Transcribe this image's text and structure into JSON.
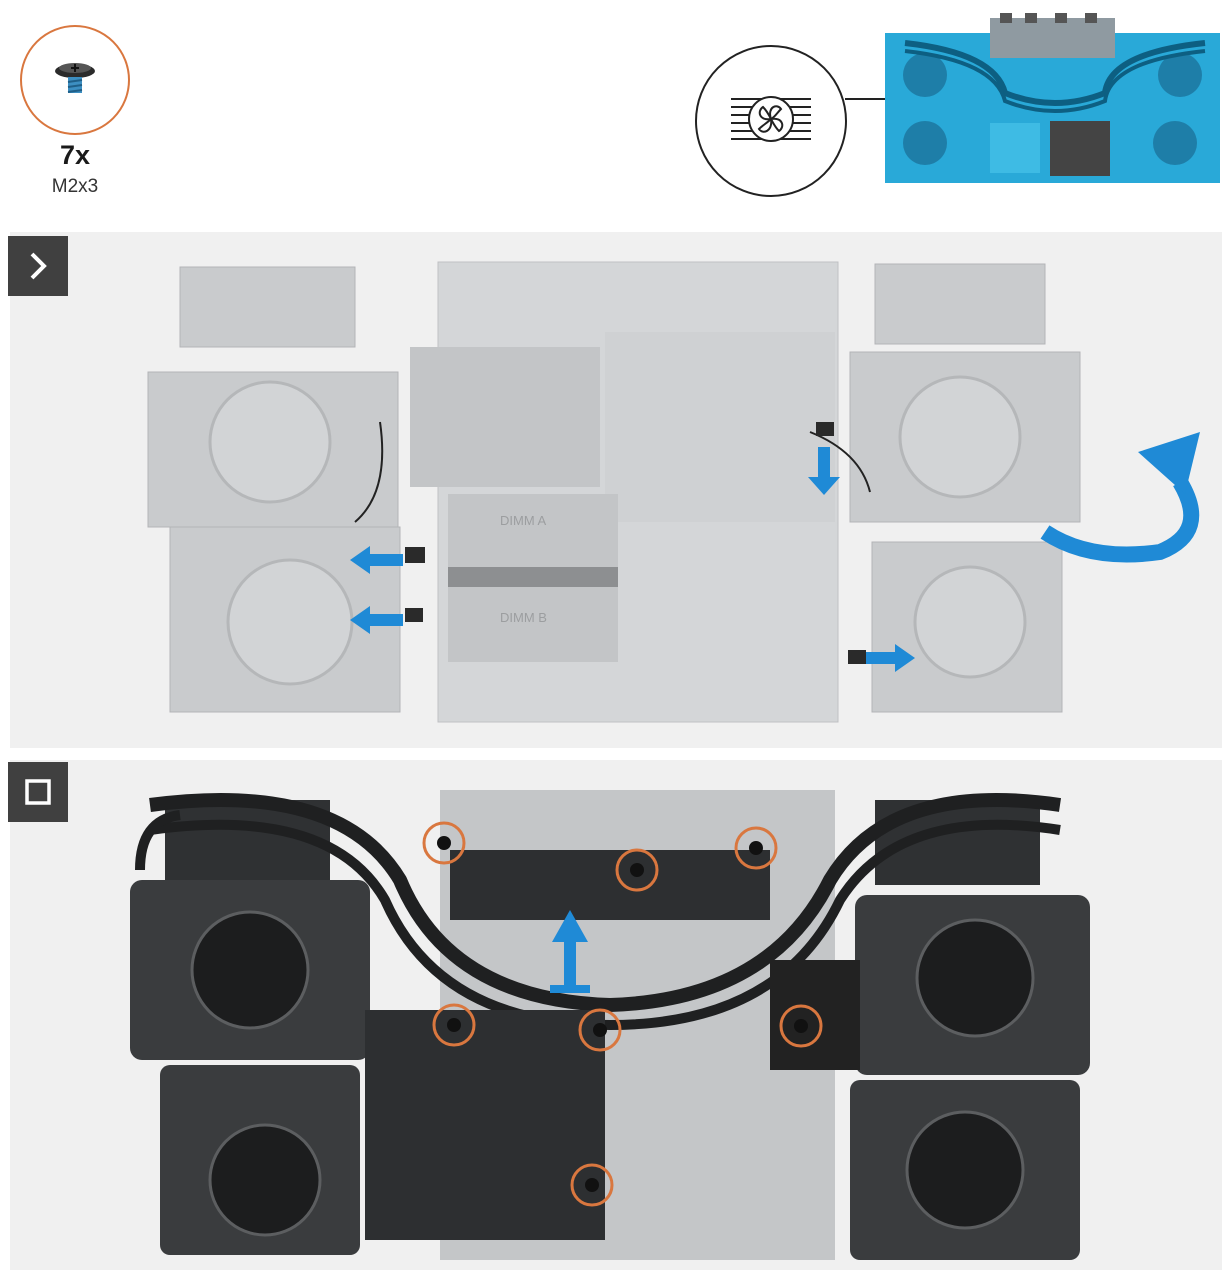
{
  "screw_callout": {
    "count_label": "7x",
    "size_label": "M2x3"
  },
  "reference": {
    "symbol_icon": "fan-heatsink-icon",
    "highlight_color": "#29a9d8"
  },
  "steps": [
    {
      "icon": "chevron-right-icon",
      "labels": [
        "DIMM A",
        "DIMM B"
      ],
      "arrow_color": "#1f8ad6"
    },
    {
      "icon": "square-stop-icon",
      "screw_circle_color": "#d9773f",
      "lift_arrow_color": "#1f8ad6"
    }
  ]
}
